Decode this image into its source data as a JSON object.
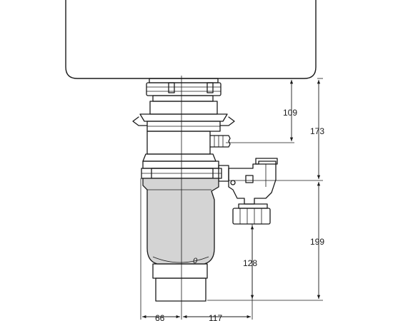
{
  "dimensions": {
    "drain_outlet_height": "109",
    "sink_to_collar_height": "173",
    "collar_to_base_height": "199",
    "discharge_outlet_height": "128",
    "axis_to_body_left_width": "66",
    "axis_to_discharge_width": "117"
  },
  "marks": {
    "rotation_indicator": "0"
  },
  "colors": {
    "line": "#1a1a1a",
    "body_fill": "#d4d4d4",
    "background": "#ffffff"
  }
}
